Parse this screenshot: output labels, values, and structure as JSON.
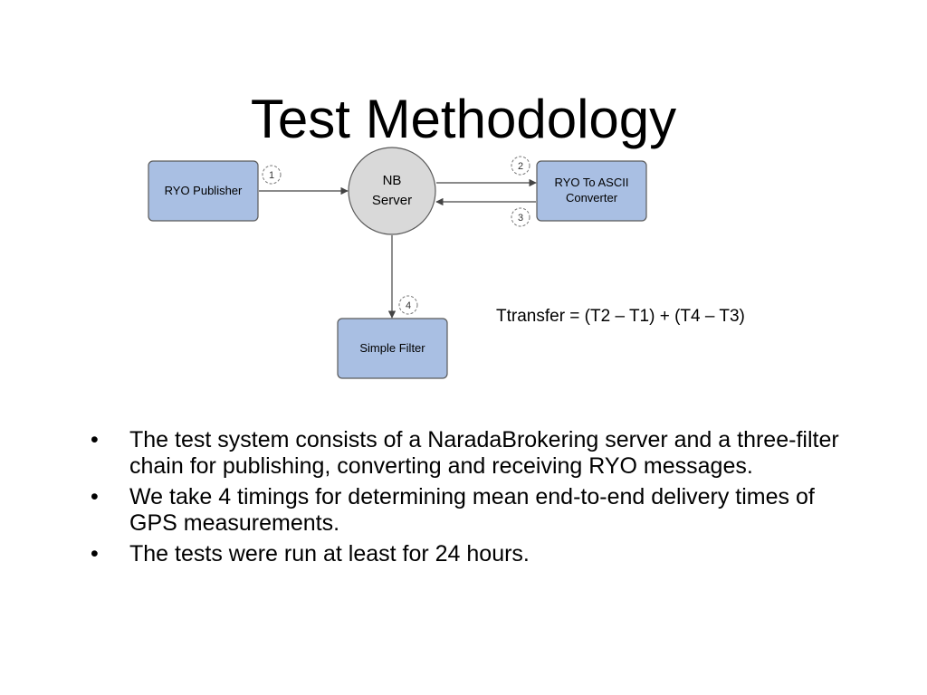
{
  "slide": {
    "title": "Test Methodology"
  },
  "diagram": {
    "nodes": {
      "publisher": "RYO Publisher",
      "server_line1": "NB",
      "server_line2": "Server",
      "converter_line1": "RYO To ASCII",
      "converter_line2": "Converter",
      "filter": "Simple Filter"
    },
    "step_markers": [
      "1",
      "2",
      "3",
      "4"
    ],
    "colors": {
      "box_fill": "#a9bfe3",
      "box_stroke": "#5a5a5a",
      "server_fill": "#d9d9d9",
      "arrow": "#444444"
    }
  },
  "formula": "Ttransfer = (T2 – T1) + (T4 – T3)",
  "bullets": [
    "The test system consists of a NaradaBrokering server and a three-filter chain for publishing, converting and receiving RYO messages.",
    "We take 4 timings for determining mean end-to-end delivery times of GPS measurements.",
    "The tests were run at least for 24 hours."
  ],
  "bullet_symbol": "•"
}
